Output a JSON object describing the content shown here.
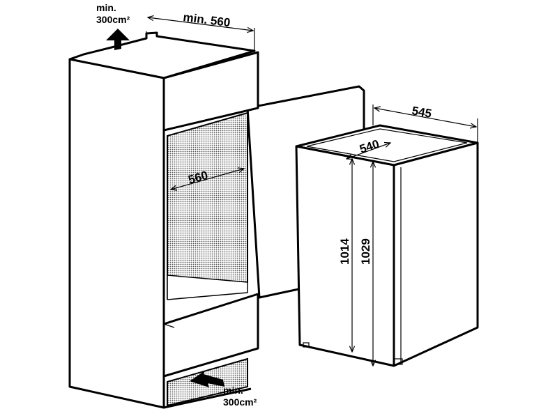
{
  "diagram": {
    "title": "Built-in refrigerator installation dimensions",
    "ventilation_top": {
      "line1": "min.",
      "line2": "300cm²"
    },
    "ventilation_bottom": {
      "line1": "min.",
      "line2": "300cm²"
    },
    "niche_width_top": "min. 560",
    "niche_width_inner": "560",
    "appliance_depth_total": "545",
    "appliance_depth_body": "540",
    "appliance_height_body": "1014",
    "appliance_height_total": "1029"
  }
}
